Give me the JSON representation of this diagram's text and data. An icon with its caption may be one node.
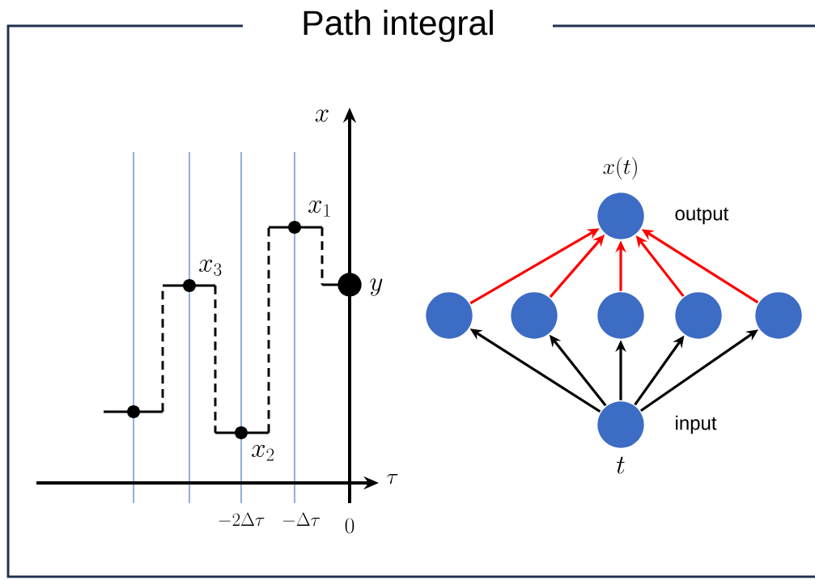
{
  "diagram": {
    "title": "Path integral",
    "nodes": [
      {
        "text": [],
        "shape": "circle",
        "beside": [
          "x(t)",
          "output"
        ]
      },
      {
        "text": [],
        "shape": "circle"
      },
      {
        "text": [],
        "shape": "circle"
      },
      {
        "text": [],
        "shape": "circle"
      },
      {
        "text": [],
        "shape": "circle"
      },
      {
        "text": [],
        "shape": "circle"
      },
      {
        "text": [],
        "shape": "circle",
        "beside": [
          "input",
          "t"
        ]
      }
    ],
    "edges": [
      {
        "from": 1,
        "to": 0,
        "arrow": "to",
        "color": "#ff0000"
      },
      {
        "from": 2,
        "to": 0,
        "arrow": "to",
        "color": "#ff0000"
      },
      {
        "from": 3,
        "to": 0,
        "arrow": "to",
        "color": "#ff0000"
      },
      {
        "from": 4,
        "to": 0,
        "arrow": "to",
        "color": "#ff0000"
      },
      {
        "from": 5,
        "to": 0,
        "arrow": "to",
        "color": "#ff0000"
      },
      {
        "from": 6,
        "to": 1,
        "arrow": "to",
        "color": "#000000"
      },
      {
        "from": 6,
        "to": 2,
        "arrow": "to",
        "color": "#000000"
      },
      {
        "from": 6,
        "to": 3,
        "arrow": "to",
        "color": "#000000"
      },
      {
        "from": 6,
        "to": 4,
        "arrow": "to",
        "color": "#000000"
      },
      {
        "from": 6,
        "to": 5,
        "arrow": "to",
        "color": "#000000"
      }
    ],
    "labels": [
      "x",
      "x_1",
      "x_3",
      "y",
      "x_2",
      "\\tau",
      "-2\\Delta\\tau",
      "-\\Delta\\tau",
      "0"
    ]
  }
}
